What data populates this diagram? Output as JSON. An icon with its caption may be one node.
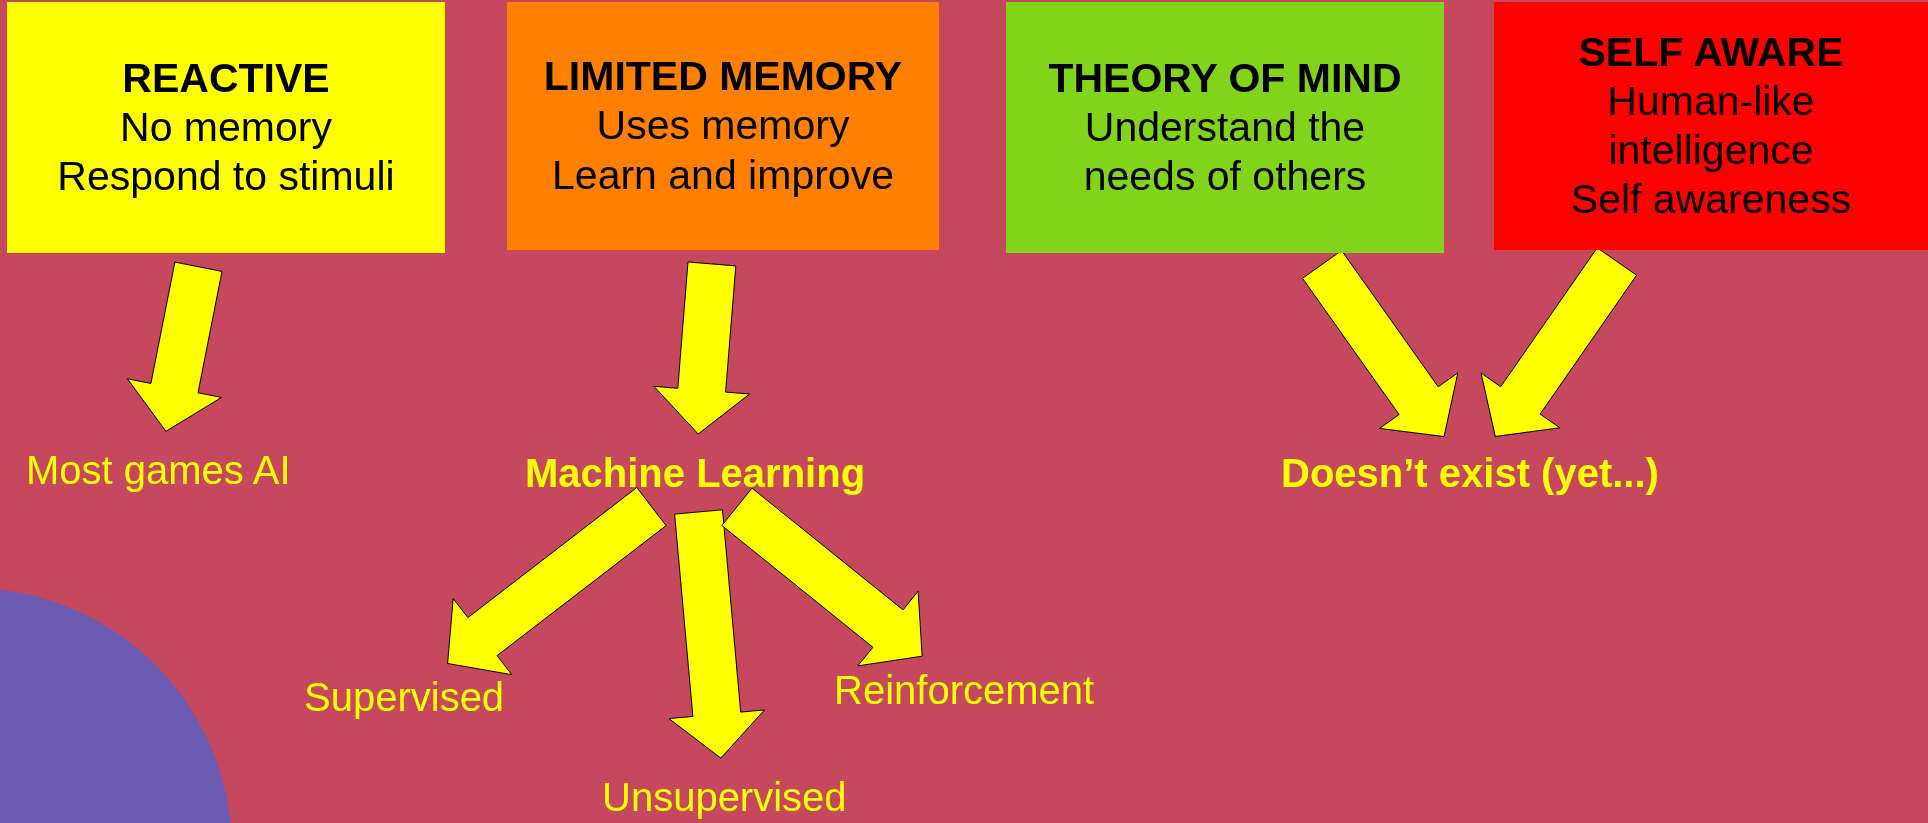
{
  "diagram": {
    "nodes": [
      {
        "text": [
          "REACTIVE",
          "No memory",
          "Respond to stimuli"
        ]
      },
      {
        "text": [
          "LIMITED MEMORY",
          "Uses memory",
          "Learn and improve"
        ]
      },
      {
        "text": [
          "THEORY OF MIND",
          "Understand the needs of others"
        ]
      },
      {
        "text": [
          "SELF AWARE",
          "Human-like intelligence",
          "Self awareness"
        ]
      },
      {
        "text": [
          "Most games AI"
        ]
      },
      {
        "text": [
          "Machine Learning"
        ]
      },
      {
        "text": [
          "Doesn’t exist (yet...)"
        ]
      },
      {
        "text": [
          "Supervised"
        ]
      },
      {
        "text": [
          "Unsupervised"
        ]
      },
      {
        "text": [
          "Reinforcement"
        ]
      }
    ],
    "edges": [
      {
        "from": 0,
        "to": 4,
        "arrow": "to"
      },
      {
        "from": 1,
        "to": 5,
        "arrow": "to"
      },
      {
        "from": 2,
        "to": 6,
        "arrow": "to"
      },
      {
        "from": 3,
        "to": 6,
        "arrow": "to"
      },
      {
        "from": 5,
        "to": 7,
        "arrow": "to"
      },
      {
        "from": 5,
        "to": 8,
        "arrow": "to"
      },
      {
        "from": 5,
        "to": 9,
        "arrow": "to"
      }
    ]
  }
}
